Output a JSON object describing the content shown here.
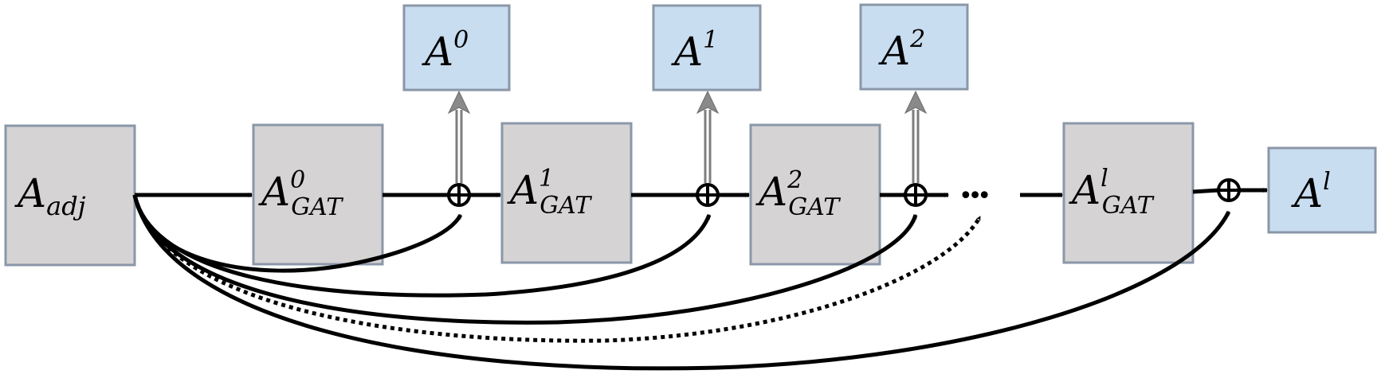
{
  "nodes": {
    "adj": {
      "base": "A",
      "sup": "",
      "sub": "adj"
    },
    "gat0": {
      "base": "A",
      "sup": "0",
      "sub": "GAT"
    },
    "gat1": {
      "base": "A",
      "sup": "1",
      "sub": "GAT"
    },
    "gat2": {
      "base": "A",
      "sup": "2",
      "sub": "GAT"
    },
    "gatl": {
      "base": "A",
      "sup": "l",
      "sub": "GAT"
    },
    "out0": {
      "base": "A",
      "sup": "0"
    },
    "out1": {
      "base": "A",
      "sup": "1"
    },
    "out2": {
      "base": "A",
      "sup": "2"
    },
    "outl": {
      "base": "A",
      "sup": "l"
    }
  },
  "ellipsis": "•••",
  "colors": {
    "gray_box": "#d6d3d4",
    "blue_box": "#c9ddf0",
    "box_border": "#8a97a8",
    "arrow": "#000000",
    "up_arrow": "#8a8a8a"
  }
}
